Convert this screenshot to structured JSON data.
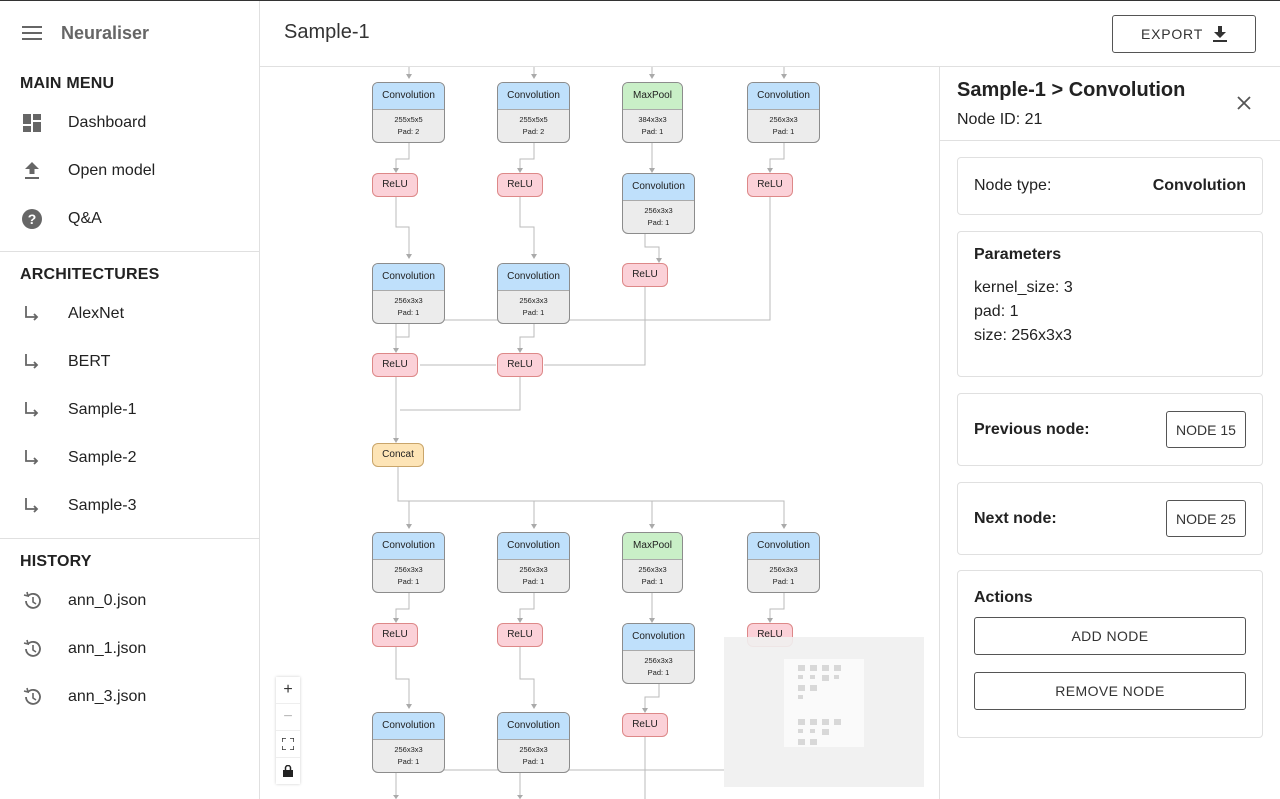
{
  "app": {
    "name": "Neuraliser"
  },
  "sidebar": {
    "main_menu_title": "MAIN MENU",
    "main_menu": [
      {
        "label": "Dashboard",
        "icon": "dashboard-icon"
      },
      {
        "label": "Open model",
        "icon": "upload-icon"
      },
      {
        "label": "Q&A",
        "icon": "help-icon"
      }
    ],
    "architectures_title": "ARCHITECTURES",
    "architectures": [
      {
        "label": "AlexNet",
        "icon": "subdirectory-arrow-icon"
      },
      {
        "label": "BERT",
        "icon": "subdirectory-arrow-icon"
      },
      {
        "label": "Sample-1",
        "icon": "subdirectory-arrow-icon"
      },
      {
        "label": "Sample-2",
        "icon": "subdirectory-arrow-icon"
      },
      {
        "label": "Sample-3",
        "icon": "subdirectory-arrow-icon"
      }
    ],
    "history_title": "HISTORY",
    "history": [
      {
        "label": "ann_0.json",
        "icon": "history-icon"
      },
      {
        "label": "ann_1.json",
        "icon": "history-icon"
      },
      {
        "label": "ann_3.json",
        "icon": "history-icon"
      }
    ]
  },
  "header": {
    "title": "Sample-1",
    "export_label": "EXPORT"
  },
  "graph": {
    "row1": [
      {
        "type": "Convolution",
        "size": "255x5x5",
        "pad": "Pad: 2"
      },
      {
        "type": "Convolution",
        "size": "255x5x5",
        "pad": "Pad: 2"
      },
      {
        "type": "MaxPool",
        "size": "384x3x3",
        "pad": "Pad: 1"
      },
      {
        "type": "Convolution",
        "size": "256x3x3",
        "pad": "Pad: 1"
      }
    ],
    "relu_label": "ReLU",
    "row2_conv": {
      "type": "Convolution",
      "size": "256x3x3",
      "pad": "Pad: 1"
    },
    "concat_label": "Concat",
    "row5": [
      {
        "type": "Convolution",
        "size": "256x3x3",
        "pad": "Pad: 1"
      },
      {
        "type": "Convolution",
        "size": "256x3x3",
        "pad": "Pad: 1"
      },
      {
        "type": "MaxPool",
        "size": "256x3x3",
        "pad": "Pad: 1"
      },
      {
        "type": "Convolution",
        "size": "256x3x3",
        "pad": "Pad: 1"
      }
    ]
  },
  "panel": {
    "title": "Sample-1 > Convolution",
    "node_id": "Node ID: 21",
    "node_type_label": "Node type:",
    "node_type_value": "Convolution",
    "parameters_title": "Parameters",
    "parameters": [
      "kernel_size: 3",
      "pad: 1",
      "size: 256x3x3"
    ],
    "previous_label": "Previous node:",
    "previous_value": "NODE 15",
    "next_label": "Next node:",
    "next_value": "NODE 25",
    "actions_title": "Actions",
    "add_label": "ADD NODE",
    "remove_label": "REMOVE NODE"
  },
  "zoom": {
    "plus": "+",
    "minus": "−"
  }
}
